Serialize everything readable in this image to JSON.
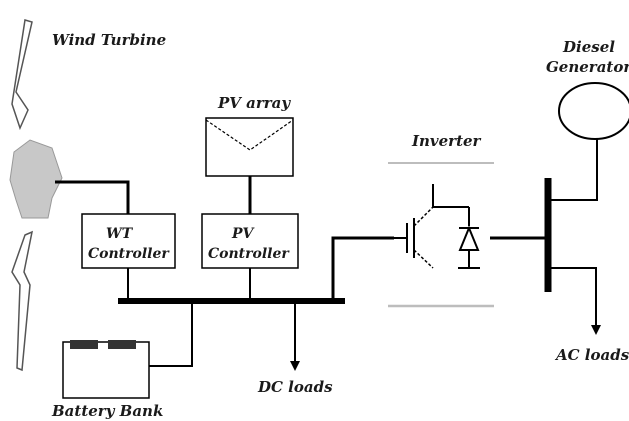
{
  "labels": {
    "wind_turbine": "Wind Turbine",
    "pv_array": "PV array",
    "diesel_line1": "Diesel",
    "diesel_line2": "Generator",
    "inverter": "Inverter",
    "wt_controller_line1": "WT",
    "wt_controller_line2": "Controller",
    "pv_controller_line1": "PV",
    "pv_controller_line2": "Controller",
    "dc_loads": "DC loads",
    "ac_loads": "AC loads",
    "battery_bank": "Battery Bank"
  },
  "colors": {
    "turbine_hub": "#c8c8c8",
    "inverter_rule": "#bdbdbd",
    "line": "#000000"
  }
}
